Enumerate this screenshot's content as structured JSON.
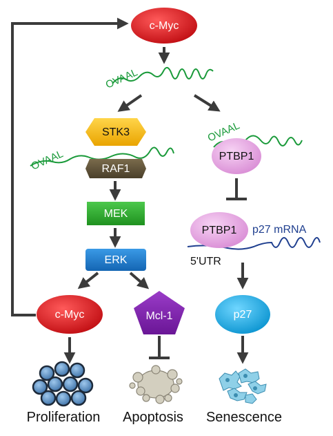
{
  "nodes": {
    "cmyc_top": "c-Myc",
    "stk3": "STK3",
    "raf1": "RAF1",
    "mek": "MEK",
    "erk": "ERK",
    "cmyc_bottom": "c-Myc",
    "mcl1": "Mcl-1",
    "ptbp1_top": "PTBP1",
    "ptbp1_bottom": "PTBP1",
    "p27": "p27"
  },
  "rna_labels": {
    "ovaal_top": "OVAAL",
    "ovaal_left": "OVAAL",
    "ovaal_right": "OVAAL",
    "p27_mrna": "p27 mRNA",
    "utr": "5'UTR"
  },
  "outcomes": {
    "proliferation": "Proliferation",
    "apoptosis": "Apoptosis",
    "senescence": "Senescence"
  },
  "colors": {
    "cmyc": "#d8141c",
    "stk3": "#f5b400",
    "raf1": "#5a4e36",
    "mek": "#2aa52a",
    "erk": "#1b78c8",
    "mcl1": "#7a1fa8",
    "ptbp1": "#e7a6e3",
    "p27": "#1aa8e0",
    "rna": "#1a9a3a",
    "mrna": "#1f3f8f"
  }
}
